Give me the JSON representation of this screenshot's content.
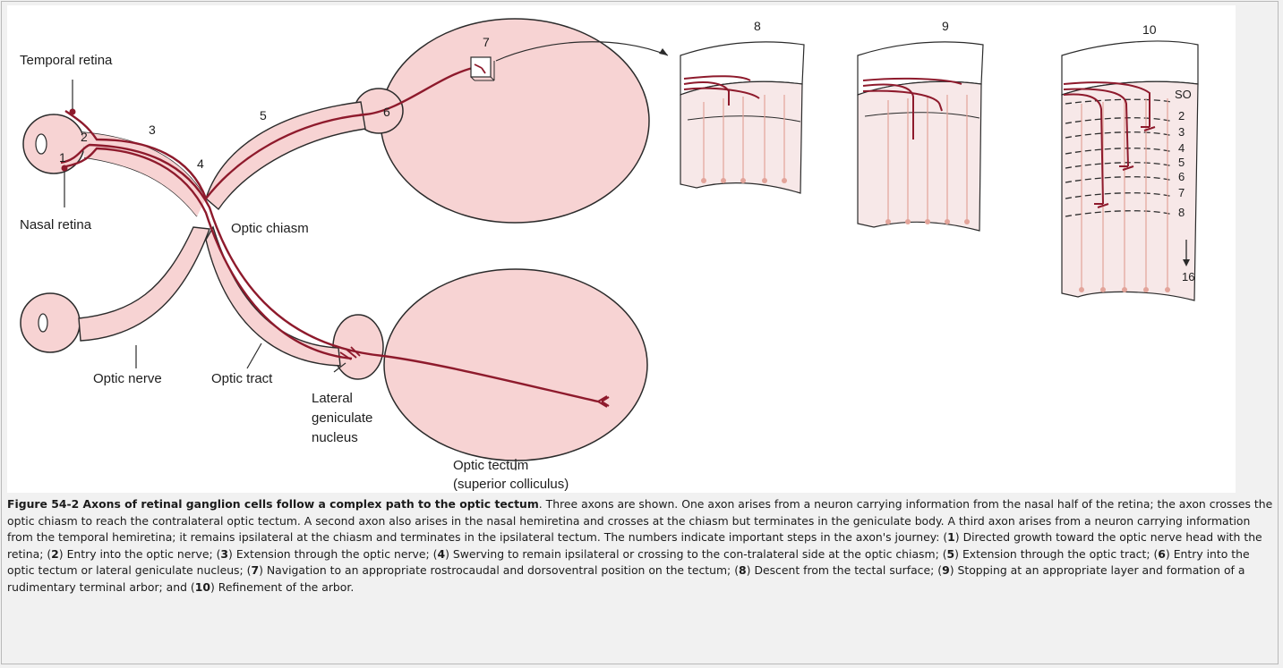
{
  "labels": {
    "temporal_retina": "Temporal retina",
    "nasal_retina": "Nasal retina",
    "optic_chiasm": "Optic chiasm",
    "optic_nerve": "Optic nerve",
    "optic_tract": "Optic tract",
    "lgn_line1": "Lateral",
    "lgn_line2": "geniculate",
    "lgn_line3": "nucleus",
    "tectum_line1": "Optic tectum",
    "tectum_line2": "(superior colliculus)"
  },
  "steps": [
    "1",
    "2",
    "3",
    "4",
    "5",
    "6",
    "7"
  ],
  "panels": [
    "8",
    "9",
    "10"
  ],
  "layers": [
    "SO",
    "2",
    "3",
    "4",
    "5",
    "6",
    "7",
    "8",
    "16"
  ],
  "caption": {
    "title": "Figure 54-2 Axons of retinal ganglion cells follow a complex path to the optic tectum",
    "intro": ". Three axons are shown. One axon arises from a neuron carrying information from the nasal half of the retina; the axon crosses the optic chiasm to reach the contralateral optic tectum. A second axon also arises in the nasal hemiretina and crosses at the chiasm but terminates in the geniculate body. A third axon arises from a neuron carrying information from the temporal hemiretina; it remains ipsilateral at the chiasm and terminates in the ipsilateral tectum. The numbers indicate important steps in the axon's journey: ",
    "steps": [
      {
        "num": "1",
        "text": "Directed growth toward the optic nerve head with the retina; "
      },
      {
        "num": "2",
        "text": "Entry into the optic nerve; "
      },
      {
        "num": "3",
        "text": "Extension through the optic nerve; "
      },
      {
        "num": "4",
        "text": "Swerving to remain ipsilateral or crossing to the con-tralateral side at the optic chiasm; "
      },
      {
        "num": "5",
        "text": "Extension through the optic tract; "
      },
      {
        "num": "6",
        "text": "Entry into the optic tectum or lateral geniculate nucleus; "
      },
      {
        "num": "7",
        "text": "Navigation to an appropriate rostrocaudal and dorsoventral position on the tectum; "
      },
      {
        "num": "8",
        "text": "Descent from the tectal surface; "
      },
      {
        "num": "9",
        "text": "Stopping at an appropriate layer and formation of a rudimentary terminal arbor; and "
      },
      {
        "num": "10",
        "text": "Refinement of the arbor."
      }
    ]
  },
  "colors": {
    "tissue": "#f7d3d3",
    "tissue_edge": "#2b2b2b",
    "axon": "#8e1a2c",
    "cell": "#e3a49a"
  }
}
